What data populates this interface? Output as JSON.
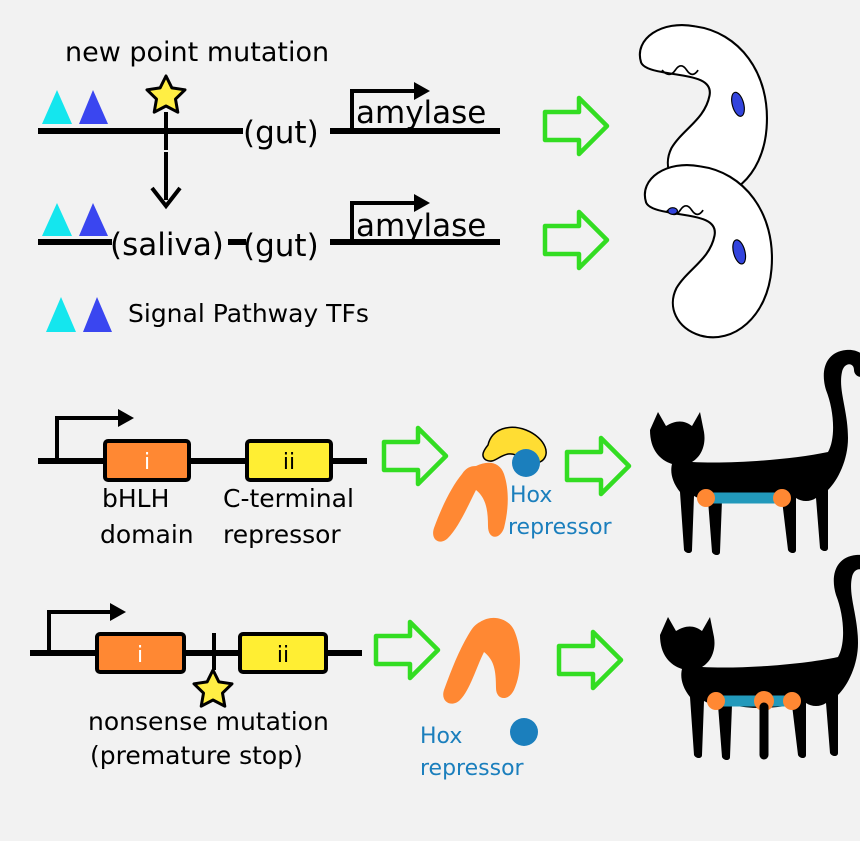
{
  "colors": {
    "background": "#f2f2f2",
    "cyan_tf": "#14e6ee",
    "blue_tf": "#3a46f0",
    "green_arrow": "#33dd22",
    "exon_orange": "#ff8833",
    "exon_yellow": "#ffee33",
    "star_yellow": "#ffee44",
    "hox_blue": "#1b7fbd",
    "cat_bar": "#2299bb",
    "salivary_gland": "#3344dd"
  },
  "panel_amylase": {
    "mutation_label": "new point mutation",
    "enhancer_gut": "(gut)",
    "enhancer_saliva": "(saliva)",
    "gene_label": "amylase",
    "legend_label": "Signal Pathway TFs"
  },
  "panel_cat": {
    "exon1_label": "i",
    "exon2_label": "ii",
    "domain1_line1": "bHLH",
    "domain1_line2": "domain",
    "domain2_line1": "C-terminal",
    "domain2_line2": "repressor",
    "hox_line1": "Hox",
    "hox_line2": "repressor",
    "mutation_line1": "nonsense mutation",
    "mutation_line2": "(premature stop)"
  },
  "icons": [
    "star-icon",
    "tf-triangle-icon",
    "promoter-arrow-icon",
    "block-arrow-icon",
    "embryo-icon",
    "cat-icon",
    "protein-icon"
  ]
}
